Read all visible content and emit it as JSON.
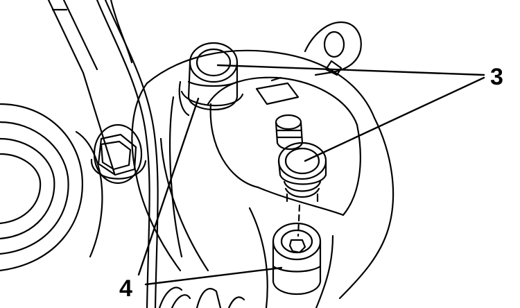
{
  "callouts": [
    {
      "id": "3",
      "label": "3",
      "targets": [
        "upper-left-guide-pin-cap",
        "center-guide-pin-cap"
      ]
    },
    {
      "id": "4",
      "label": "4",
      "targets": [
        "upper-left-guide-pin-boot",
        "lower-guide-pin-boot"
      ]
    }
  ],
  "colors": {
    "line": "#000000",
    "background": "#ffffff"
  }
}
